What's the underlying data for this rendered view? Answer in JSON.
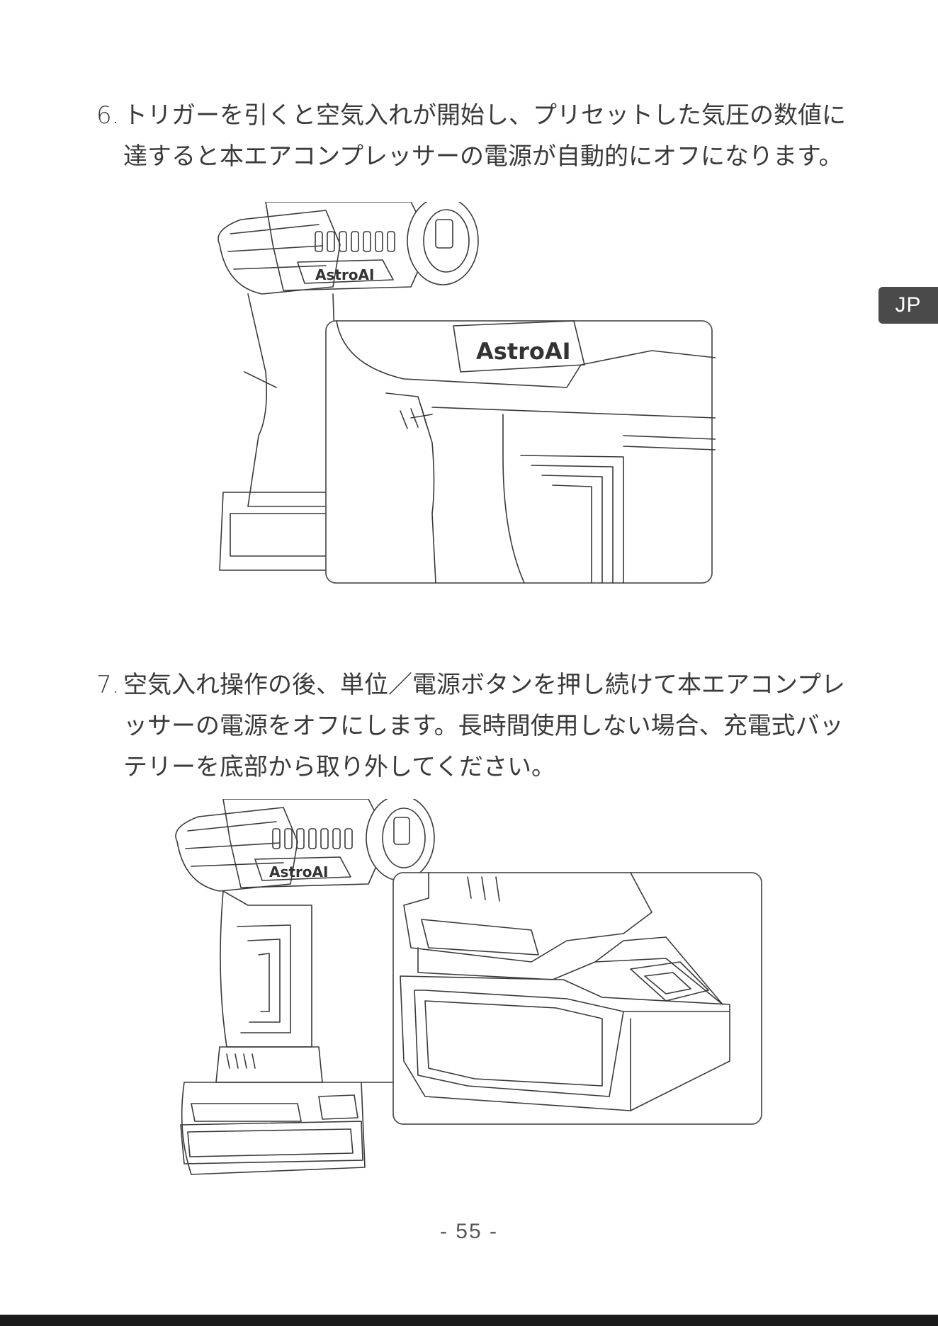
{
  "steps": [
    {
      "number": "6.",
      "text": "トリガーを引くと空気入れが開始し、プリセットした気圧の数値に達すると本エアコンプレッサーの電源が自動的にオフになります。"
    },
    {
      "number": "7.",
      "text": "空気入れ操作の後、単位／電源ボタンを押し続けて本エアコンプレッサーの電源をオフにします。長時間使用しない場合、充電式バッテリーを底部から取り外してください。"
    }
  ],
  "language_tab": "JP",
  "brand_logo": "AstroAI",
  "page_number": "- 55 -"
}
